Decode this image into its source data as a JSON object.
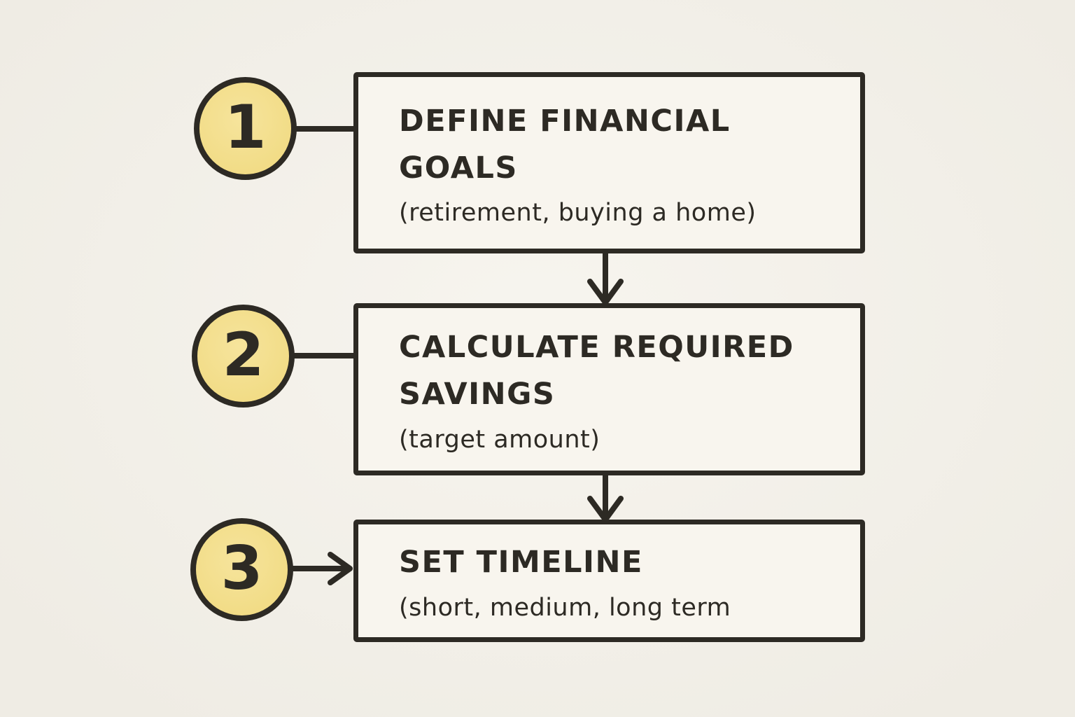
{
  "diagram": {
    "type": "flowchart",
    "direction": "top-down",
    "colors": {
      "background": "#f4f1e9",
      "box_fill": "#f8f5ee",
      "stroke": "#2d2a24",
      "text": "#2d2a24",
      "badge_fill": "#f2dc85"
    },
    "steps": [
      {
        "number": "1",
        "title": "DEFINE FINANCIAL\nGOALS",
        "subtitle": "(retirement, buying a home)",
        "connector": "line"
      },
      {
        "number": "2",
        "title": "CALCULATE REQUIRED\nSAVINGS",
        "subtitle": "(target amount)",
        "connector": "line"
      },
      {
        "number": "3",
        "title": "SET TIMELINE",
        "subtitle": "(short, medium, long term",
        "connector": "arrow-right"
      }
    ],
    "icons": {
      "flow_arrow": "arrow-down",
      "step3_connector": "arrow-right"
    }
  }
}
